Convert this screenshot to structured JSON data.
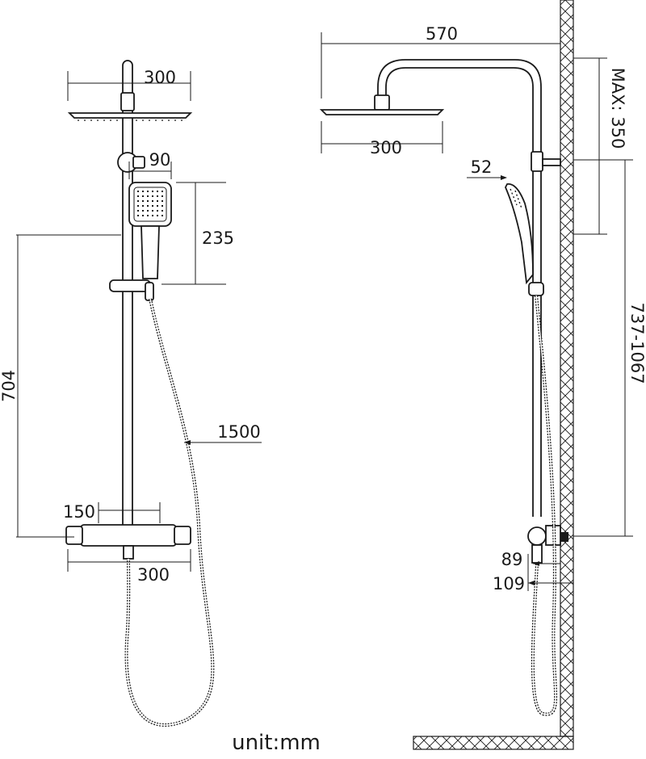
{
  "front_view": {
    "head_width": "300",
    "handset_width": "90",
    "handset_length": "235",
    "outlet_height": "704",
    "hose_length": "1500",
    "inlet_spacing": "150",
    "valve_width": "300"
  },
  "side_view": {
    "arm_reach": "570",
    "head_width": "300",
    "handset_depth": "52",
    "max_adjust": "MAX: 350",
    "height_range": "737-1067",
    "wall_offset_min": "89",
    "wall_offset_max": "109"
  },
  "unit_label": "unit:mm"
}
